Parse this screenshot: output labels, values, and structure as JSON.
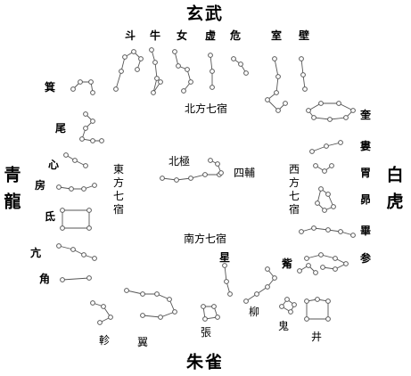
{
  "diagram": {
    "quadrants": {
      "north": "玄武",
      "east": "青龍",
      "south": "朱雀",
      "west": "白虎"
    },
    "regions": {
      "north": "北方七宿",
      "east": "東方七宿",
      "south": "南方七宿",
      "west": "西方七宿"
    },
    "center": {
      "beiji": "北極",
      "sifu": "四輔"
    },
    "mansions": {
      "north": [
        "斗",
        "牛",
        "女",
        "虚",
        "危",
        "室",
        "壁"
      ],
      "west": [
        "奎",
        "婁",
        "胃",
        "昴",
        "畢",
        "参",
        "觜"
      ],
      "south": [
        "井",
        "鬼",
        "柳",
        "星",
        "張",
        "翼",
        "軫"
      ],
      "east": [
        "角",
        "亢",
        "氐",
        "房",
        "心",
        "尾",
        "箕"
      ]
    },
    "colors": {
      "star_stroke": "#5a5a5a",
      "line": "#555555",
      "text": "#000000",
      "background": "#ffffff"
    }
  }
}
